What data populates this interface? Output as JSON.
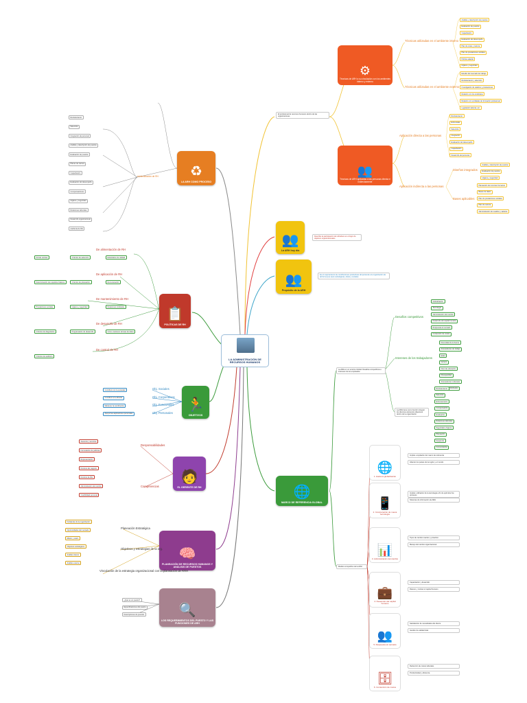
{
  "center": {
    "title": "LA ADMINISTRACIÓN DE RECURSOS HUMANOS"
  },
  "top_branch": {
    "statement": "El profesional de recursos humanos dentro de las organizaciones",
    "nodes": [
      {
        "title": "Técnicas de ARH a su circulación con los ambientes interno y externo"
      },
      {
        "title": "Técnicas de ARH aplicadas a las personas directa e indirectamente"
      }
    ],
    "subs": [
      "Técnicas utilizadas en el ambiente interno",
      "Técnicas utilizadas en el ambiente externo",
      "Aplicación directa a las personas",
      "Aplicación indirecta a las personas"
    ],
    "leaves": [
      [
        "Análisis y descripción de puestos",
        "Evaluación de puestos",
        "Capacitación",
        "Evaluación del desempeño",
        "Plan de cotes y carrera",
        "Plan de prestaciones sociales",
        "Política salarial",
        "Higiene y seguridad"
      ],
      [
        "Estudio del mercado de trabajo",
        "Reclutamiento y selección",
        "Investigación de salarios y prestaciones",
        "Relación con los sindicatos",
        "Relación con entidades de formación profesional",
        "Legislación laboral, etc."
      ],
      [
        "Reclutamiento",
        "Entrevistas",
        "Selección",
        "Integración",
        "Evaluación del desempeño",
        "Capacitación",
        "Desarrollo del personal"
      ],
      [
        "Diseños integrados",
        "Bases aplicables"
      ],
      [
        "Análisis y descripción de puestos",
        "Evaluación de puestos",
        "Higiene y seguridad"
      ],
      [
        "Planeación de recursos humanos",
        "Bases de datos",
        "Plan de prestaciones sociales",
        "Plan de carrera",
        "Administración de sueldos y salarios"
      ]
    ]
  },
  "yellow": [
    {
      "title": "La ARH hoy día",
      "note": "Describe la participación de individuos en el logro de objetivos organizacionales"
    },
    {
      "title": "Propósito de la ARH",
      "note": "Es el mejoramiento de contribuciones productivas del personal a la organización de tal forma que sean estratégicas, éticas y sociales"
    }
  ],
  "right_green": {
    "title": "MARCO DE REFERENCIA GLOBAL",
    "global_note": "La ARH en un entorno Global: Desafíos competitivos e intereses de los empleados",
    "model_note": "Modelo competitivo de la ARH",
    "subs": [
      "Desafíos competitivos",
      "Intereses de los trabajadores",
      "La ARH tiene como función integrar los diversos elementos dispersos dentro de la organización"
    ],
    "leaves": [
      [
        "Globalización",
        "Tecnología",
        "Administración del cambio",
        "Desarrollo del capital humano",
        "Respuesta al mercado",
        "Contención de costos"
      ],
      [
        "Diversidad de la fuerza",
        "Antecedentes de trabajo",
        "Edad",
        "Género",
        "Nivel de educación",
        "Discapacidad",
        "Antecedentes culturales",
        "Intereses individuales"
      ],
      [
        "Reclutamiento",
        "Selección",
        "Entrenamiento",
        "Compensación",
        "Evaluación",
        "Relaciones laborales",
        "Seguridad e higiene",
        "Planeación",
        "Desarrollo",
        "Comunicación"
      ]
    ],
    "boxes": [
      {
        "title": "1. Hacia la globalización",
        "notes": [
          "Implica: ampliación del marco de referencia",
          "Abarcar los países de la región y el mundo"
        ]
      },
      {
        "title": "2. Incorporación de nueva tecnología",
        "notes": [
          "Implica: utilización de la tecnología a fin de optimizar los procesos",
          "Sistemas de información de ARH"
        ]
      },
      {
        "title": "3. Administración del cambio",
        "notes": [
          "Tipos de cambio reactivo y proactivo",
          "Manejo del cambio organizacional"
        ]
      },
      {
        "title": "4. Desarrollo del capital humano",
        "notes": [
          "Capacitación y desarrollo",
          "Retener y motivar el capital humano"
        ]
      },
      {
        "title": "5. Respuesta al mercado",
        "notes": [
          "Satisfacción de necesidades del cliente",
          "Gestión de calidad total"
        ]
      },
      {
        "title": "6. Contención de costos",
        "notes": [
          "Reducción de costos laborales",
          "Productividad y eficiencia"
        ]
      }
    ]
  },
  "left": [
    {
      "title": "LA ARH COMO PROCESO",
      "sub": "Administración de RH",
      "leaves": [
        "Reclutamiento",
        "Selección",
        "Integración de personal",
        "Análisis y descripción de puestos",
        "Evaluación de puestos",
        "Planes de carrera",
        "Capacitación",
        "Evaluación del desempeño",
        "Compensaciones",
        "Higiene y seguridad",
        "Relaciones laborales",
        "Desarrollo organizacional",
        "Auditoría de RH"
      ]
    },
    {
      "title": "POLÍTICAS DE RH",
      "subs": [
        "De alimentación de RH",
        "De aplicación de RH",
        "De mantenimiento de RH",
        "De desarrollo de RH",
        "De control de RH"
      ],
      "leaves": [
        "Dónde reclutar",
        "Criterios de selección",
        "Estándares de calidad",
        "Determinación de requisitos básicos",
        "Criterios de planeación",
        "Remuneración",
        "Prestaciones sociales",
        "Higiene y seguridad",
        "Relaciones sindicales",
        "Criterios de diagnóstico",
        "Programación de desarrollo",
        "Cómo mantener la base de datos",
        "Criterios de auditoría"
      ]
    },
    {
      "title": "OBJETIVOS",
      "subs": [
        "Obj. Sociales",
        "Obj. Corporativos",
        "Obj. Funcionales",
        "Obj. Personales"
      ],
      "leaves": [
        "Contribuir con la sociedad",
        "Contribuir a la eficacia",
        "Mantener la contribución",
        "Apoyar las aspiraciones personales"
      ]
    },
    {
      "title": "EL GERENTE DE RH",
      "subs": [
        "Responsabilidades",
        "Competencias"
      ],
      "leaves": [
        "Asesoría y servicios",
        "Formulación de políticas",
        "Representación",
        "Dominio del negocio",
        "Dominio de RH",
        "Administración del cambio",
        "Credibilidad personal"
      ]
    },
    {
      "title": "PLANEACIÓN DE RECURSOS HUMANOS Y ANÁLISIS DE PUESTOS",
      "subs": [
        "Planeación Estratégica",
        "Objetivos y estrategias de la org.",
        "Vinculación de la estrategia organizacional con la planeación de RRH"
      ],
      "leaves": [
        "Fortalezas de la organización",
        "Oportunidades del mercado",
        "Misión y visión",
        "Objetivos estratégicos",
        "Análisis interno",
        "Análisis externo"
      ]
    },
    {
      "title": "LOS REQUERIMIENTOS DEL PUESTO Y LAS FUNCIONES DE ARH",
      "subs": [],
      "leaves": [
        "¿Qué es un puesto?",
        "Especificaciones del puesto",
        "Descripciones de puestos"
      ]
    }
  ]
}
